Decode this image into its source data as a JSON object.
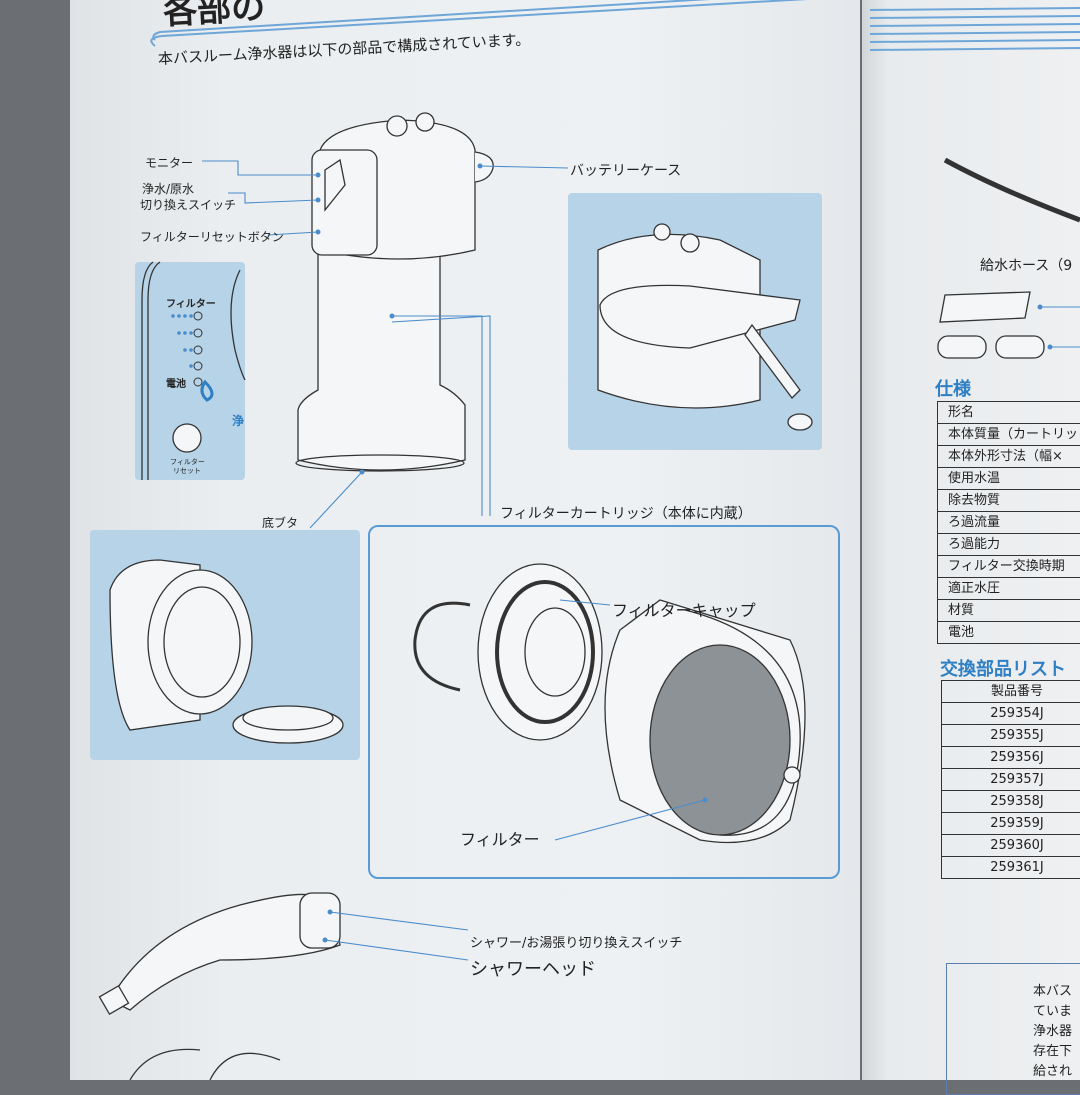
{
  "left_page": {
    "title_partial": "各部の",
    "intro": "本バスルーム浄水器は以下の部品で構成されています。",
    "labels": {
      "monitor": "モニター",
      "switch_line1": "浄水/原水",
      "switch_line2": "切り換えスイッチ",
      "reset_button": "フィルターリセットボタン",
      "battery_case": "バッテリーケース",
      "bottom_cap": "底ブタ",
      "cartridge": "フィルターカートリッジ（本体に内蔵）",
      "filter_cap": "フィルターキャップ",
      "filter": "フィルター",
      "shower_switch": "シャワー/お湯張り切り換えスイッチ",
      "shower_head": "シャワーヘッド"
    },
    "monitor_panel": {
      "filter_label": "フィルター",
      "battery_label": "電池",
      "reset_line1": "フィルター",
      "reset_line2": "リセット",
      "badge": "浄"
    }
  },
  "right_page": {
    "hose_label": "給水ホース（9",
    "spec_heading": "仕様",
    "spec_rows": [
      "形名",
      "本体質量（カートリッ",
      "本体外形寸法（幅×",
      "使用水温",
      "除去物質",
      "ろ過流量",
      "ろ過能力",
      "フィルター交換時期",
      "適正水圧",
      "材質",
      "電池"
    ],
    "parts_heading": "交換部品リスト",
    "parts_header": "製品番号",
    "parts_rows": [
      "259354J",
      "259355J",
      "259356J",
      "259357J",
      "259358J",
      "259359J",
      "259360J",
      "259361J"
    ],
    "note_lines": [
      "本バス",
      "ていま",
      "浄水器",
      "存在下",
      "給され"
    ]
  },
  "colors": {
    "accent_blue": "#2e7fc4",
    "panel_blue": "#b7d3e8",
    "line_blue": "#4a8ccc"
  }
}
